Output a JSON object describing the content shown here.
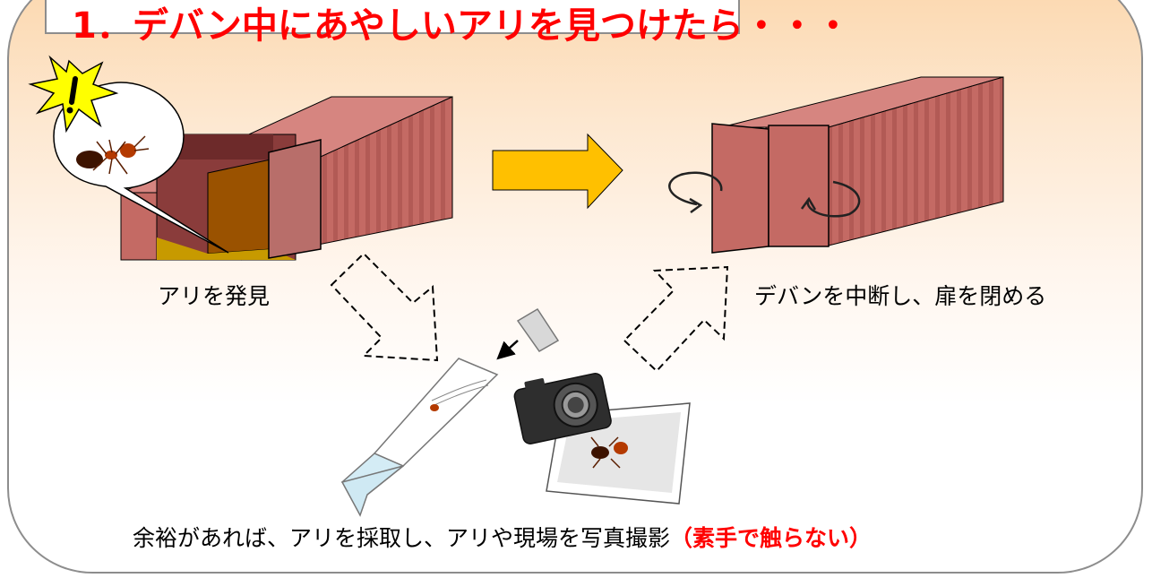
{
  "title": "1．デバン中にあやしいアリを見つけたら・・・",
  "steps": {
    "found_label": "アリを発見",
    "stop_label": "デバンを中断し、扉を閉める"
  },
  "caption": {
    "text": "余裕があれば、アリを採取し、アリや現場を写真撮影",
    "note": "（素手で触らない）"
  },
  "colors": {
    "container": "#c46a64",
    "container_dark": "#8c3d3c",
    "arrow": "#ffc000",
    "title_text": "#ff0000",
    "note_text": "#ff0000"
  },
  "icons": [
    "exclamation-burst-icon",
    "ant-icon",
    "shipping-container-icon",
    "right-arrow-icon",
    "rotate-arrow-icon",
    "sample-tube-icon",
    "camera-icon",
    "photo-icon"
  ]
}
